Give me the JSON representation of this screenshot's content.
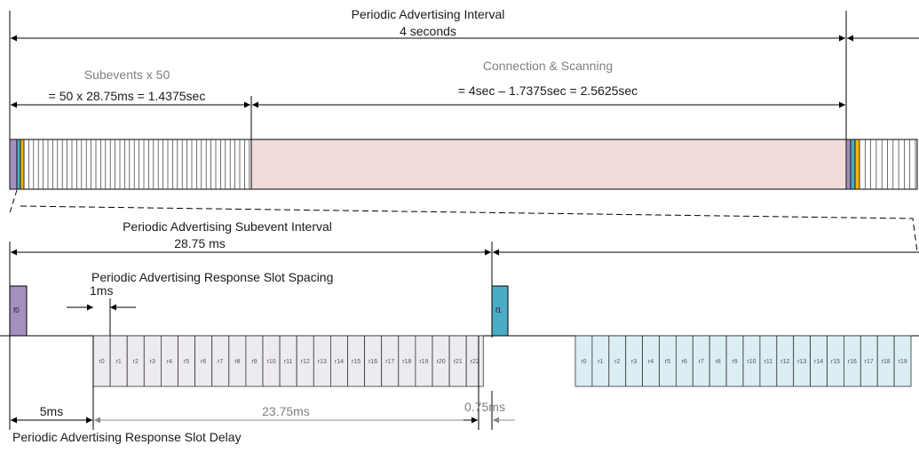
{
  "top": {
    "interval_title": "Periodic Advertising Interval",
    "interval_value": "4 seconds",
    "subevents_title": "Subevents x 50",
    "subevents_value": "= 50 x 28.75ms = 1.4375sec",
    "conn_title": "Connection & Scanning",
    "conn_value": "= 4sec – 1.7375sec = 2.5625sec"
  },
  "detail": {
    "subevent_interval_title": "Periodic Advertising Subevent Interval",
    "subevent_interval_value": "28.75 ms",
    "slot_spacing_title": "Periodic Advertising Response Slot Spacing",
    "slot_spacing_value": "1ms",
    "f0_label": "f0",
    "f1_label": "f1",
    "first_group_slots": [
      "r0",
      "r1",
      "r2",
      "r3",
      "r4",
      "r5",
      "r6",
      "r7",
      "r8",
      "r9",
      "r10",
      "r11",
      "r12",
      "r13",
      "r14",
      "r15",
      "r16",
      "r17",
      "r18",
      "r19",
      "r20",
      "r21",
      "r22"
    ],
    "second_group_slots": [
      "r0",
      "r1",
      "r2",
      "r3",
      "r4",
      "r5",
      "r6",
      "r7",
      "r8",
      "r9",
      "r10",
      "r11",
      "r12",
      "r13",
      "r14",
      "r15",
      "r16",
      "r17",
      "r18",
      "r19"
    ],
    "delay_value": "5ms",
    "slots_duration": "23.75ms",
    "gap_value": "0.75ms",
    "delay_title": "Periodic Advertising Response Slot Delay"
  },
  "colors": {
    "purple": "#a48fbe",
    "teal": "#4bacc6",
    "yellow": "#f0b400",
    "conn_fill": "#f2dcdb",
    "slot_fill_a": "#eeeaf2",
    "slot_fill_b": "#dbeef3"
  }
}
